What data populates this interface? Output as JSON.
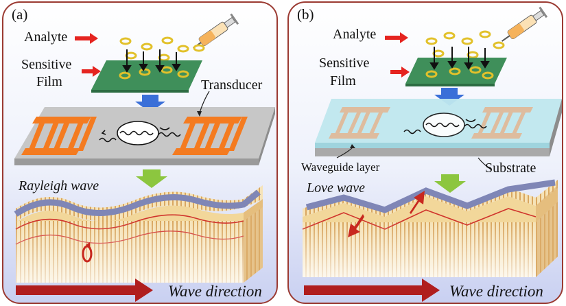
{
  "panels": [
    {
      "id": "a",
      "tag": "(a)",
      "analyte": "Analyte",
      "film_line1": "Sensitive",
      "film_line2": "Film",
      "transducer": "Transducer",
      "wave_name": "Rayleigh wave",
      "direction": "Wave direction"
    },
    {
      "id": "b",
      "tag": "(b)",
      "analyte": "Analyte",
      "film_line1": "Sensitive",
      "film_line2": "Film",
      "waveguide": "Waveguide layer",
      "substrate": "Substrate",
      "wave_name": "Love wave",
      "direction": "Wave direction"
    }
  ],
  "colors": {
    "border": "#9b3a32",
    "film": "#3f8f5a",
    "analyte_ring": "#e2c12b",
    "red_arrow": "#e52420",
    "blue_arrow": "#3a6fd8",
    "green_arrow": "#8cc63f",
    "idt": "#f47b20",
    "substrate": "#c7c7c7",
    "waveguide": "#bfe7ee",
    "wave_band": "#7f86b6",
    "direction_arrow": "#b01e1e"
  },
  "icons": [
    "syringe-icon",
    "down-arrow-icon",
    "wave-packet-icon",
    "rotation-arrow-icon"
  ]
}
